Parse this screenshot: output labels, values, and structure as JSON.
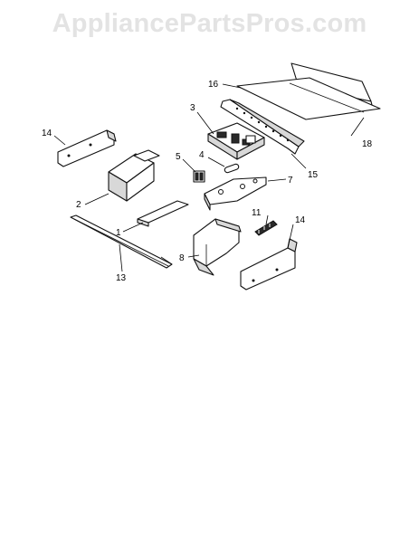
{
  "watermark": "AppliancePartsPros.com",
  "callouts": {
    "c1": "1",
    "c2": "2",
    "c3": "3",
    "c4": "4",
    "c5": "5",
    "c7": "7",
    "c8": "8",
    "c11": "11",
    "c13": "13",
    "c14a": "14",
    "c14b": "14",
    "c15": "15",
    "c16": "16",
    "c18": "18"
  }
}
